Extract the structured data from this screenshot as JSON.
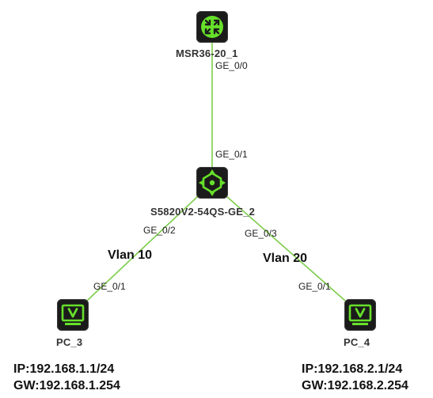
{
  "colors": {
    "link": "#7ccd4a",
    "icon_fill": "#1b1b1b",
    "icon_accent": "#66e02a"
  },
  "devices": {
    "router": {
      "name": "MSR36-20_1",
      "icon": "router-icon"
    },
    "switch": {
      "name": "S5820V2-54QS-GE_2",
      "icon": "switch-icon"
    },
    "pc3": {
      "name": "PC_3",
      "icon": "monitor-icon"
    },
    "pc4": {
      "name": "PC_4",
      "icon": "monitor-icon"
    }
  },
  "ports": {
    "router_ge00": "GE_0/0",
    "switch_ge01": "GE_0/1",
    "switch_ge02": "GE_0/2",
    "switch_ge03": "GE_0/3",
    "pc3_ge01": "GE_0/1",
    "pc4_ge01": "GE_0/1"
  },
  "vlans": {
    "left": "Vlan 10",
    "right": "Vlan 20"
  },
  "hosts": {
    "pc3": {
      "ip": "IP:192.168.1.1/24",
      "gw": "GW:192.168.1.254"
    },
    "pc4": {
      "ip": "IP:192.168.2.1/24",
      "gw": "GW:192.168.2.254"
    }
  }
}
